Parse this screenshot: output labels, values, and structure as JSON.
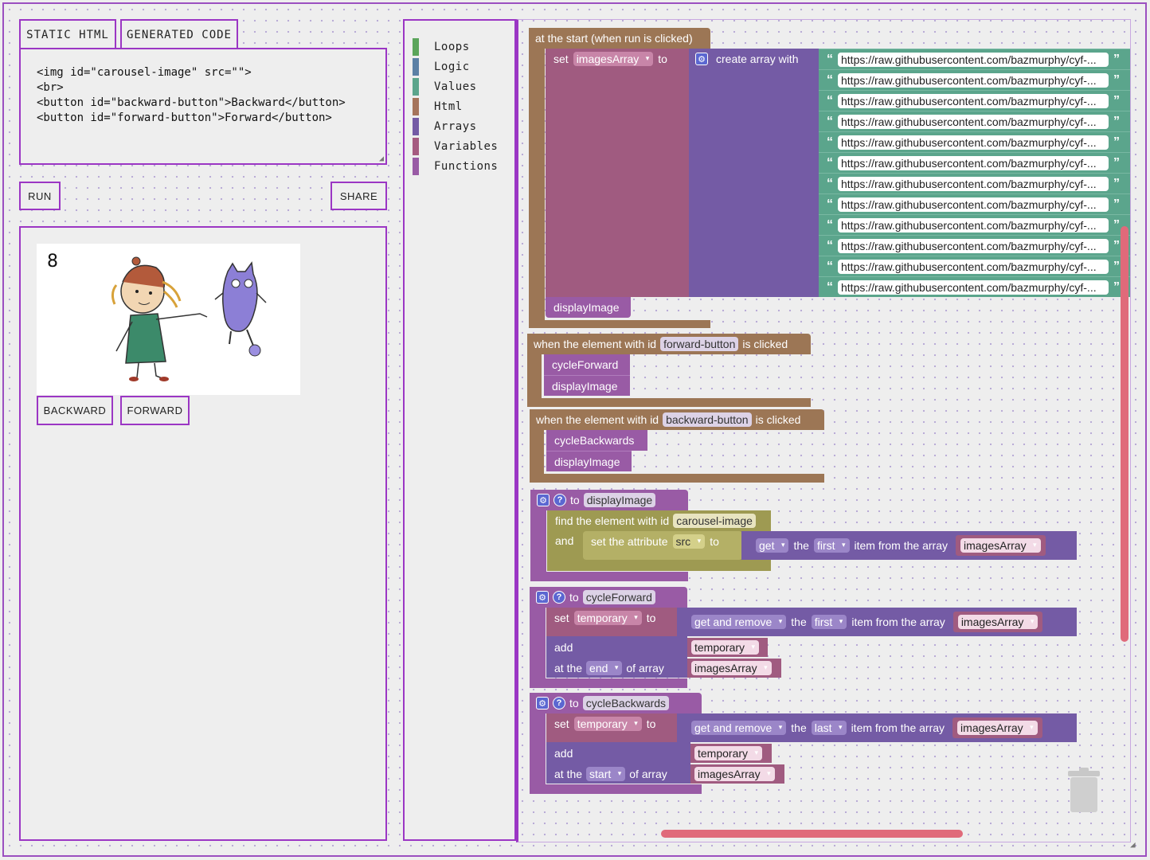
{
  "tabs": {
    "static_html": "STATIC HTML",
    "generated_code": "GENERATED CODE"
  },
  "editor": {
    "code": "<img id=\"carousel-image\" src=\"\">\n<br>\n<button id=\"backward-button\">Backward</button>\n<button id=\"forward-button\">Forward</button>"
  },
  "controls": {
    "run": "RUN",
    "share": "SHARE"
  },
  "preview": {
    "counter": "8",
    "backward": "BACKWARD",
    "forward": "FORWARD"
  },
  "toolbox": {
    "items": [
      {
        "label": "Loops",
        "color": "#5ba55b"
      },
      {
        "label": "Logic",
        "color": "#5b80a5"
      },
      {
        "label": "Values",
        "color": "#5ba58c"
      },
      {
        "label": "Html",
        "color": "#a5745b"
      },
      {
        "label": "Arrays",
        "color": "#745ba5"
      },
      {
        "label": "Variables",
        "color": "#a55b80"
      },
      {
        "label": "Functions",
        "color": "#995ba5"
      }
    ]
  },
  "colors": {
    "html": "#9c7655",
    "variables": "#a05b80",
    "arrays": "#745ba5",
    "values": "#5ba58c",
    "procedures": "#995ba5",
    "olive": "#9e9a52",
    "accent": "#9b36c4",
    "scroll": "#e06a7a"
  },
  "blocks": {
    "start": {
      "header": "at the start (when run is clicked)",
      "set": "set",
      "var": "imagesArray",
      "to": "to",
      "create": "create array with",
      "urls": [
        "https://raw.githubusercontent.com/bazmurphy/cyf-...",
        "https://raw.githubusercontent.com/bazmurphy/cyf-...",
        "https://raw.githubusercontent.com/bazmurphy/cyf-...",
        "https://raw.githubusercontent.com/bazmurphy/cyf-...",
        "https://raw.githubusercontent.com/bazmurphy/cyf-...",
        "https://raw.githubusercontent.com/bazmurphy/cyf-...",
        "https://raw.githubusercontent.com/bazmurphy/cyf-...",
        "https://raw.githubusercontent.com/bazmurphy/cyf-...",
        "https://raw.githubusercontent.com/bazmurphy/cyf-...",
        "https://raw.githubusercontent.com/bazmurphy/cyf-...",
        "https://raw.githubusercontent.com/bazmurphy/cyf-...",
        "https://raw.githubusercontent.com/bazmurphy/cyf-..."
      ],
      "call": "displayImage"
    },
    "fwd": {
      "pre": "when the element with id",
      "id": "forward-button",
      "post": "is clicked",
      "c1": "cycleForward",
      "c2": "displayImage"
    },
    "bwd": {
      "pre": "when the element with id",
      "id": "backward-button",
      "post": "is clicked",
      "c1": "cycleBackwards",
      "c2": "displayImage"
    },
    "disp": {
      "to": "to",
      "name": "displayImage",
      "find": "find the element with id",
      "id": "carousel-image",
      "and": "and",
      "setattr": "set the attribute",
      "attr": "src",
      "to2": "to",
      "get": "get",
      "the": "the",
      "first": "first",
      "item": "item from the array",
      "arr": "imagesArray"
    },
    "cf": {
      "to": "to",
      "name": "cycleForward",
      "set": "set",
      "var": "temporary",
      "to2": "to",
      "gar": "get and remove",
      "the": "the",
      "first": "first",
      "item": "item from the array",
      "arr": "imagesArray",
      "add": "add",
      "temp": "temporary",
      "atthe": "at the",
      "end": "end",
      "ofarr": "of array",
      "arr2": "imagesArray"
    },
    "cb": {
      "to": "to",
      "name": "cycleBackwards",
      "set": "set",
      "var": "temporary",
      "to2": "to",
      "gar": "get and remove",
      "the": "the",
      "last": "last",
      "item": "item from the array",
      "arr": "imagesArray",
      "add": "add",
      "temp": "temporary",
      "atthe": "at the",
      "start": "start",
      "ofarr": "of array",
      "arr2": "imagesArray"
    }
  }
}
